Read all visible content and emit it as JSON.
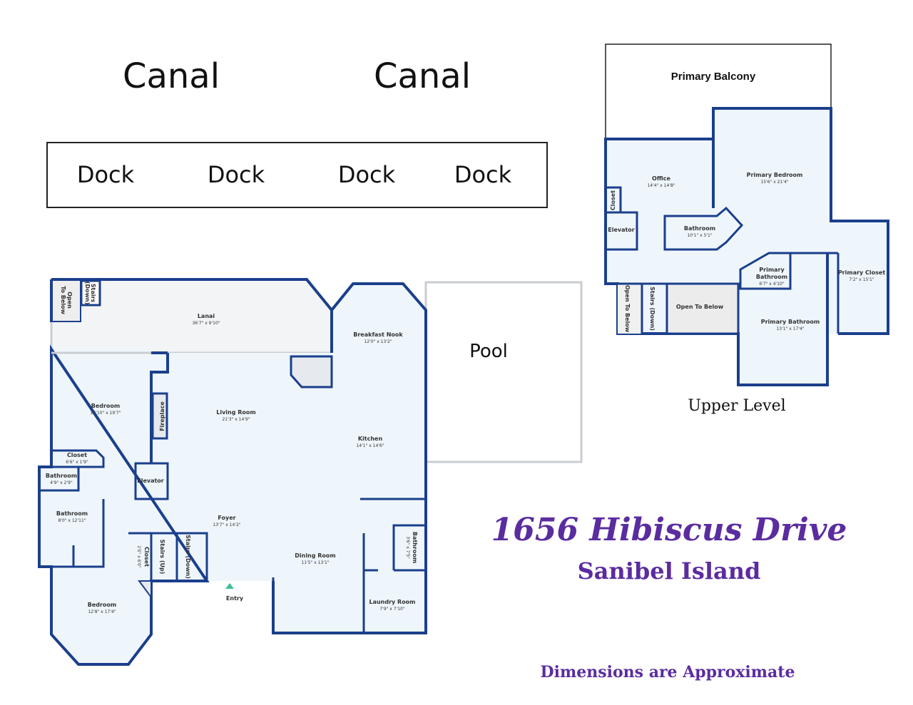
{
  "site": {
    "canal_left": "Canal",
    "canal_right": "Canal",
    "docks": [
      "Dock",
      "Dock",
      "Dock",
      "Dock"
    ],
    "pool": "Pool"
  },
  "main_level": {
    "lanai": {
      "name": "Lanai",
      "dims": "36'7\" x 9'10\""
    },
    "open_to_below": [
      "Open",
      "To Below"
    ],
    "stairs_down_lanai": [
      "Stairs",
      "(Down)"
    ],
    "breakfast_nook": {
      "name": "Breakfast Nook",
      "dims": "12'0\" x 13'2\""
    },
    "bedroom1": {
      "name": "Bedroom",
      "dims": "14'10\" x 19'7\""
    },
    "living_room": {
      "name": "Living Room",
      "dims": "21'3\" x 14'9\""
    },
    "fireplace": "Fireplace",
    "kitchen": {
      "name": "Kitchen",
      "dims": "14'1\" x 14'6\""
    },
    "closet1": {
      "name": "Closet",
      "dims": "6'6\" x 1'9\""
    },
    "bathroom1": {
      "name": "Bathroom",
      "dims": "4'9\" x 2'9\""
    },
    "elevator": "Elevator",
    "bathroom2": {
      "name": "Bathroom",
      "dims": "8'0\" x 12'11\""
    },
    "foyer": {
      "name": "Foyer",
      "dims": "13'7\" x 14'2\""
    },
    "closet2": {
      "name": "Closet",
      "dims": "2'0\" x 6'0\""
    },
    "stairs_up": "Stairs (Up)",
    "stairs_down": "Stairs (Down)",
    "bathroom3": {
      "name": "Bathroom",
      "dims": "3'6\" x 7'5\""
    },
    "dining_room": {
      "name": "Dining Room",
      "dims": "11'5\" x 13'1\""
    },
    "entry": "Entry",
    "laundry_room": {
      "name": "Laundry Room",
      "dims": "7'9\" x 7'10\""
    },
    "bedroom2": {
      "name": "Bedroom",
      "dims": "12'8\" x 17'4\""
    }
  },
  "upper_level": {
    "label": "Upper Level",
    "primary_balcony": "Primary Balcony",
    "office": {
      "name": "Office",
      "dims": "14'4\" x 14'8\""
    },
    "primary_bedroom": {
      "name": "Primary Bedroom",
      "dims": "15'6\" x 21'4\""
    },
    "closet": "Closet",
    "elevator": "Elevator",
    "bathroom": {
      "name": "Bathroom",
      "dims": "10'1\" x 5'1\""
    },
    "primary_bathroom_small": {
      "name1": "Primary",
      "name2": "Bathroom",
      "dims": "6'7\" x 4'10\""
    },
    "primary_closet": {
      "name": "Primary Closet",
      "dims": "7'2\" x 15'1\""
    },
    "open_to_below_narrow": "Open To Below",
    "stairs_down": "Stairs (Down)",
    "open_to_below": "Open To Below",
    "primary_bathroom": {
      "name": "Primary Bathroom",
      "dims": "13'1\" x 17'4\""
    }
  },
  "title": {
    "address": "1656 Hibiscus Drive",
    "location": "Sanibel Island",
    "note": "Dimensions are Approximate"
  },
  "colors": {
    "wall": "#1b3f8c",
    "floor": "#eef6fc",
    "title": "#5b2ca0",
    "entry_marker": "#3bbf9a"
  }
}
